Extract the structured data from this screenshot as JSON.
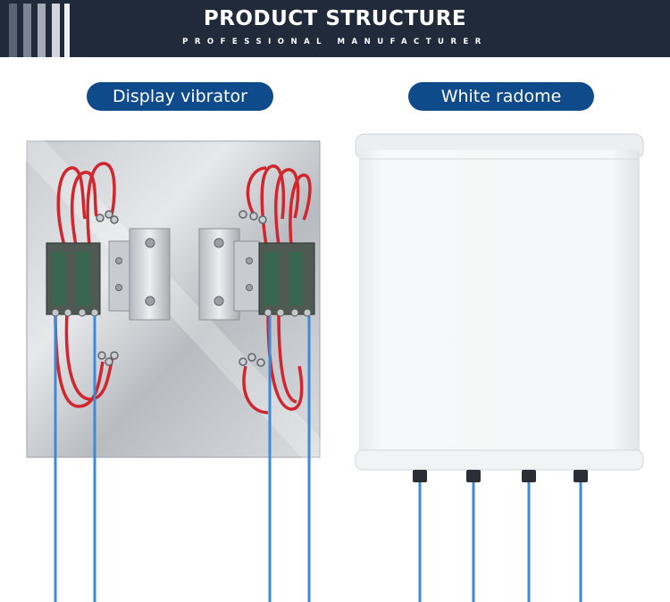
{
  "header": {
    "title": "PRODUCT STRUCTURE",
    "subtitle": "PROFESSIONAL MANUFACTURER"
  },
  "labels": {
    "left": "Display vibrator",
    "right": "White radome"
  },
  "colors": {
    "header_bg": "#212a3a",
    "pill_bg": "#0f4a8a",
    "cable_blue": "#3d8ad8",
    "wire_red": "#d1262d",
    "radome_white": "#f4f5f6"
  }
}
